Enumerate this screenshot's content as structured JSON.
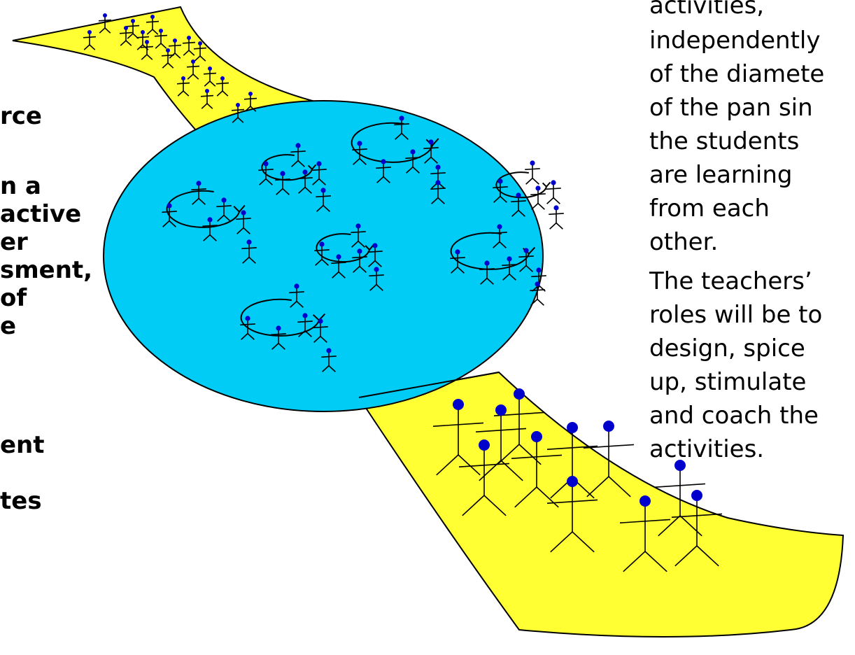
{
  "colors": {
    "road": "#ffff33",
    "pan": "#00ccf5",
    "person_head_dot": "#0000cc",
    "ink": "#000000"
  },
  "left_text_lines": [
    "rce",
    "n a",
    "active",
    "er",
    "sment,",
    "of",
    "e",
    "ent",
    "tes"
  ],
  "right_text_lines": [
    "activities,",
    "independently",
    "of the diamete",
    "of the pan sin",
    "the students",
    "are learning",
    "from each",
    "other.",
    "The teachers’",
    "roles will be to",
    "design, spice",
    "up, stimulate",
    "and coach the",
    "activities."
  ]
}
